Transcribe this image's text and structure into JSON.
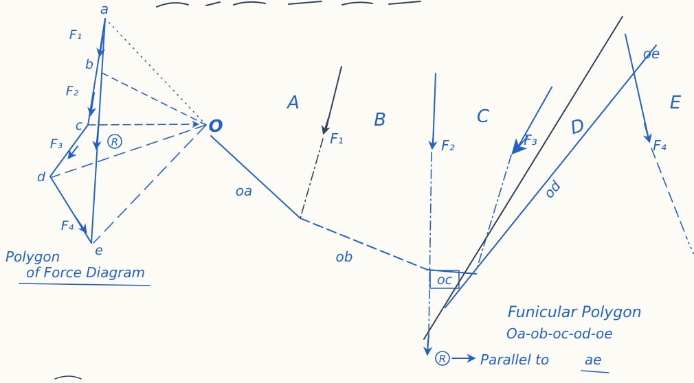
{
  "ink": {
    "blue": "#2361c5",
    "dark": "#33415c"
  },
  "force_polygon": {
    "caption_line1": "Polygon",
    "caption_line2": "of Force Diagram",
    "vertices": {
      "a": "a",
      "b": "b",
      "c": "c",
      "d": "d",
      "e": "e"
    },
    "pole": "O",
    "forces": {
      "f1": "F₁",
      "f2": "F₂",
      "f3": "F₃",
      "f4": "F₄"
    },
    "resultant": "R"
  },
  "funicular": {
    "spaces": {
      "A": "A",
      "B": "B",
      "C": "C",
      "D": "D",
      "E": "E"
    },
    "forces": {
      "f1": "F₁",
      "f2": "F₂",
      "f3": "F₃",
      "f4": "F₄"
    },
    "rays": {
      "oa": "oa",
      "ob": "ob",
      "oc": "oc",
      "od": "od",
      "oe": "oe"
    },
    "resultant": "R"
  },
  "notes": {
    "title": "Funicular Polygon",
    "sequence": "Oa-ob-oc-od-oe",
    "parallel_text": "Parallel to",
    "parallel_ref": "ae"
  }
}
